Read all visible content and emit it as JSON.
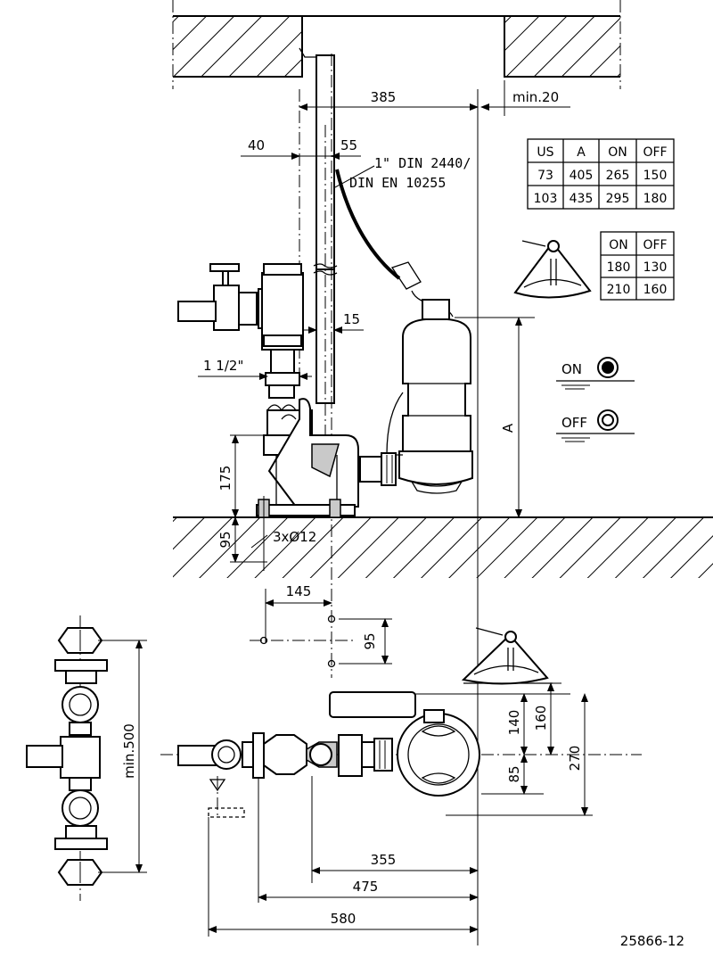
{
  "dimensions": {
    "d385": "385",
    "min20": "min.20",
    "d40": "40",
    "d55": "55",
    "d15": "15",
    "pipe_size": "1 1/2\"",
    "d175": "175",
    "d95a": "95",
    "holes": "3xØ12",
    "d145": "145",
    "d95b": "95",
    "min500": "min.500",
    "d140": "140",
    "d160": "160",
    "d85": "85",
    "d270": "270",
    "d355": "355",
    "d475": "475",
    "d580": "580",
    "level_a": "A"
  },
  "pipe_spec": {
    "line1": "1\" DIN 2440/",
    "line2": "DIN EN 10255"
  },
  "table_main": {
    "headers": [
      "US",
      "A",
      "ON",
      "OFF"
    ],
    "rows": [
      [
        "73",
        "405",
        "265",
        "150"
      ],
      [
        "103",
        "435",
        "295",
        "180"
      ]
    ]
  },
  "table_float": {
    "headers": [
      "ON",
      "OFF"
    ],
    "rows": [
      [
        "180",
        "130"
      ],
      [
        "210",
        "160"
      ]
    ]
  },
  "legend": {
    "on_label": "ON",
    "off_label": "OFF"
  },
  "drawing_number": "25866-12"
}
